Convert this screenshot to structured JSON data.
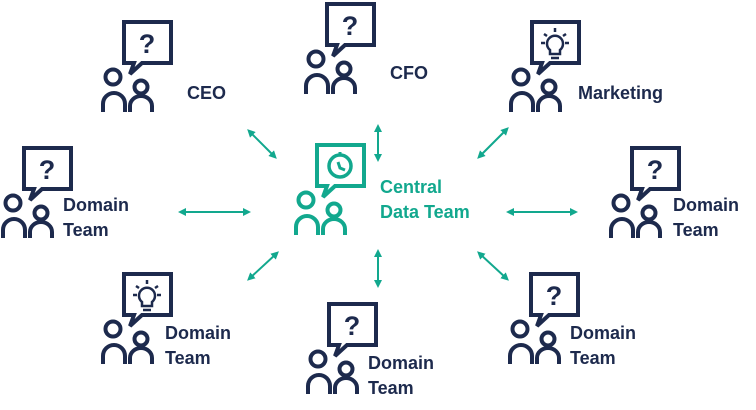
{
  "colors": {
    "navy": "#1d2a4d",
    "teal": "#12a88e"
  },
  "center": {
    "line1": "Central",
    "line2": "Data Team",
    "icon": "clock-icon"
  },
  "question_mark": "?",
  "nodes": [
    {
      "line1": "CEO",
      "line2": "",
      "icon": "question-icon"
    },
    {
      "line1": "CFO",
      "line2": "",
      "icon": "question-icon"
    },
    {
      "line1": "Marketing",
      "line2": "",
      "icon": "lightbulb-icon"
    },
    {
      "line1": "Domain",
      "line2": "Team",
      "icon": "question-icon"
    },
    {
      "line1": "Domain",
      "line2": "Team",
      "icon": "question-icon"
    },
    {
      "line1": "Domain",
      "line2": "Team",
      "icon": "lightbulb-icon"
    },
    {
      "line1": "Domain",
      "line2": "Team",
      "icon": "question-icon"
    },
    {
      "line1": "Domain",
      "line2": "Team",
      "icon": "question-icon"
    }
  ]
}
